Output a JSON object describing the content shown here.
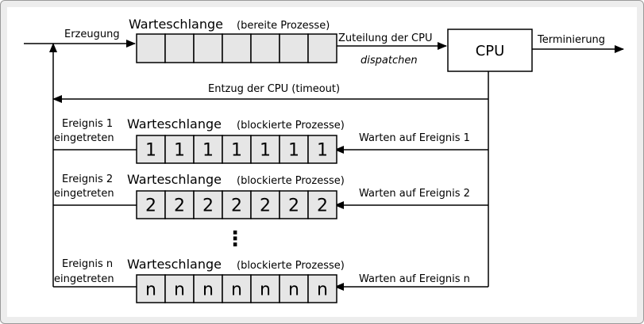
{
  "ready_queue": {
    "title": "Warteschlange",
    "subtitle": "(bereite Prozesse)",
    "cells": [
      "",
      "",
      "",
      "",
      "",
      "",
      ""
    ]
  },
  "labels": {
    "creation": "Erzeugung",
    "dispatch_top": "Zuteilung der CPU",
    "dispatch_bottom": "dispatchen",
    "cpu": "CPU",
    "termination": "Terminierung",
    "timeout": "Entzug der CPU  (timeout)",
    "ellipsis": "⋮"
  },
  "blocked_queues": [
    {
      "title": "Warteschlange",
      "subtitle": "(blockierte Prozesse)",
      "event_line1": "Ereignis 1",
      "event_line2": "eingetreten",
      "wait_label": "Warten auf Ereignis 1",
      "cells": [
        "1",
        "1",
        "1",
        "1",
        "1",
        "1",
        "1"
      ]
    },
    {
      "title": "Warteschlange",
      "subtitle": "(blockierte Prozesse)",
      "event_line1": "Ereignis 2",
      "event_line2": "eingetreten",
      "wait_label": "Warten auf Ereignis 2",
      "cells": [
        "2",
        "2",
        "2",
        "2",
        "2",
        "2",
        "2"
      ]
    },
    {
      "title": "Warteschlange",
      "subtitle": "(blockierte Prozesse)",
      "event_line1": "Ereignis n",
      "event_line2": "eingetreten",
      "wait_label": "Warten auf Ereignis n",
      "cells": [
        "n",
        "n",
        "n",
        "n",
        "n",
        "n",
        "n"
      ]
    }
  ],
  "colors": {
    "queue_fill": "#e6e6e6",
    "stroke": "#000000"
  }
}
